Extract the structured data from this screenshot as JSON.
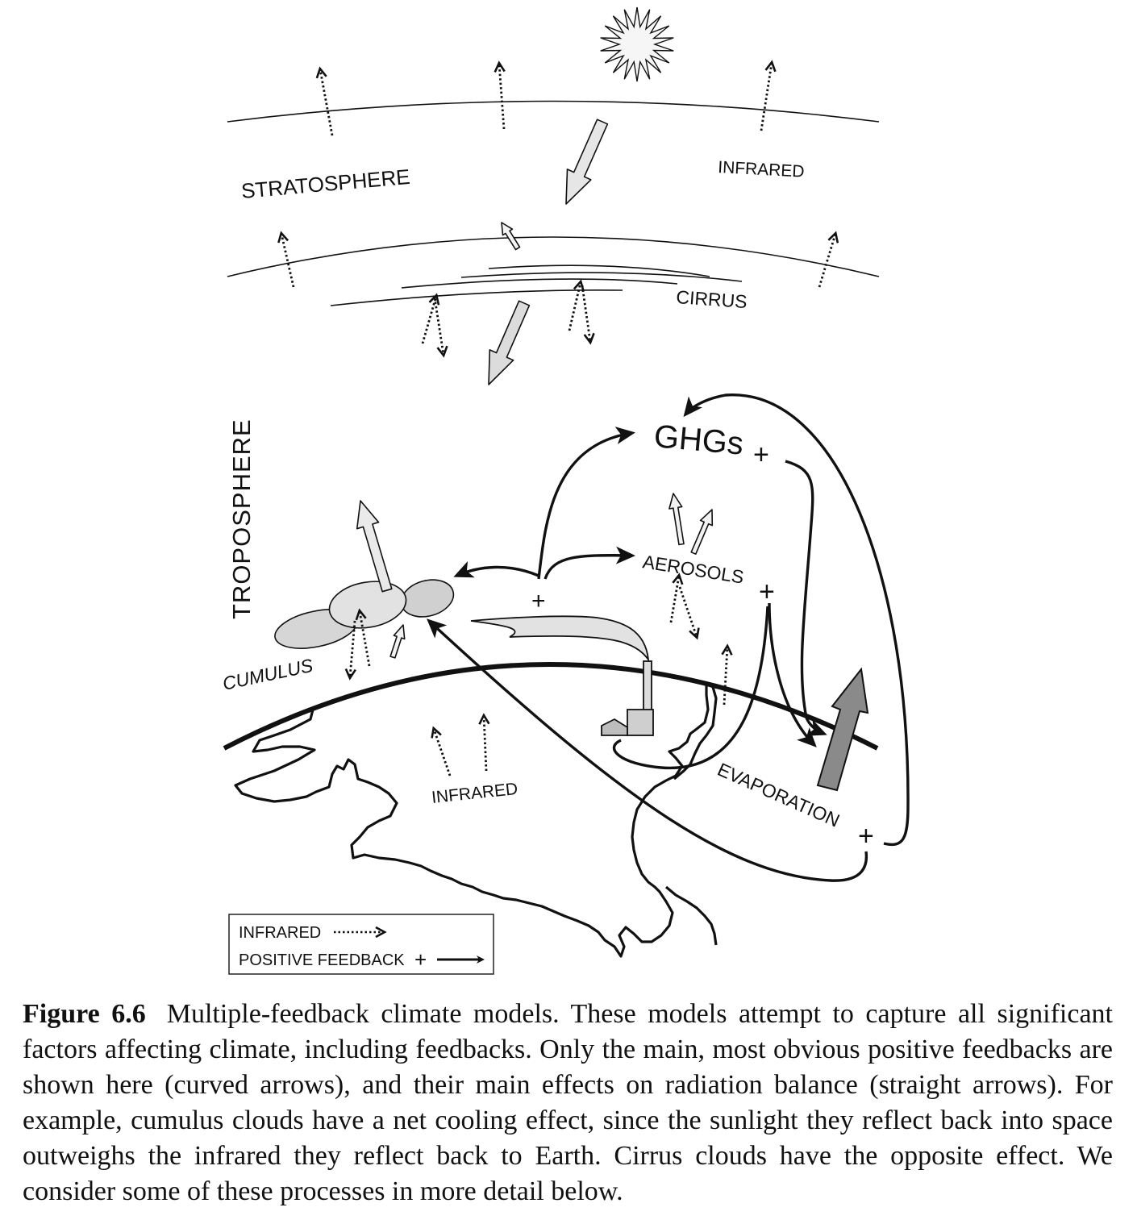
{
  "labels": {
    "stratosphere": "STRATOSPHERE",
    "infrared_top": "INFRARED",
    "cirrus": "CIRRUS",
    "troposphere": "TROPOSPHERE",
    "ghgs": "GHGs",
    "aerosols": "AEROSOLS",
    "cumulus": "CUMULUS",
    "infrared_ground": "INFRARED",
    "evaporation": "EVAPORATION",
    "plus": "+"
  },
  "legend": {
    "infrared": "INFRARED",
    "positive_feedback": "POSITIVE FEEDBACK",
    "plus": "+"
  },
  "caption": {
    "label": "Figure 6.6",
    "text": "Multiple-feedback climate models. These models attempt to capture all significant factors affecting climate, including feedbacks. Only the main, most obvious positive feedbacks are shown here (curved arrows), and their main effects on radiation balance (straight arrows). For example, cumulus clouds have a net cooling effect, since the sunlight they reflect back into space outweighs the infrared they reflect back to Earth. Cirrus clouds have the opposite effect. We consider some of these processes in more detail below."
  }
}
